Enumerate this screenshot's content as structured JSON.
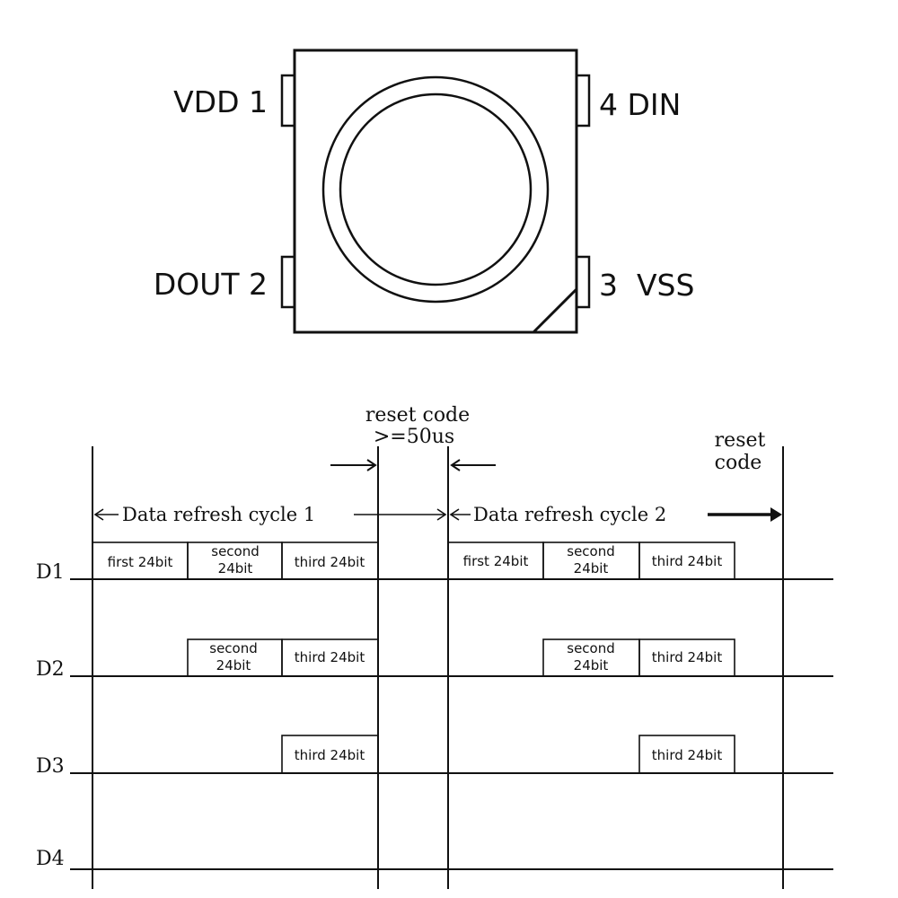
{
  "package": {
    "pins": {
      "pin1": "VDD 1",
      "pin2": "DOUT 2",
      "pin3": "3  VSS",
      "pin4": "4 DIN"
    }
  },
  "timing": {
    "reset_top_line1": "reset code",
    "reset_top_line2": ">=50us",
    "reset_right_line1": "reset",
    "reset_right_line2": "code",
    "cycle1": "Data refresh cycle 1",
    "cycle2": "Data refresh cycle 2",
    "signals": [
      "D1",
      "D2",
      "D3",
      "D4"
    ],
    "boxes": {
      "first": "first 24bit",
      "second_line1": "second",
      "second_line2": "24bit",
      "third": "third 24bit"
    }
  }
}
